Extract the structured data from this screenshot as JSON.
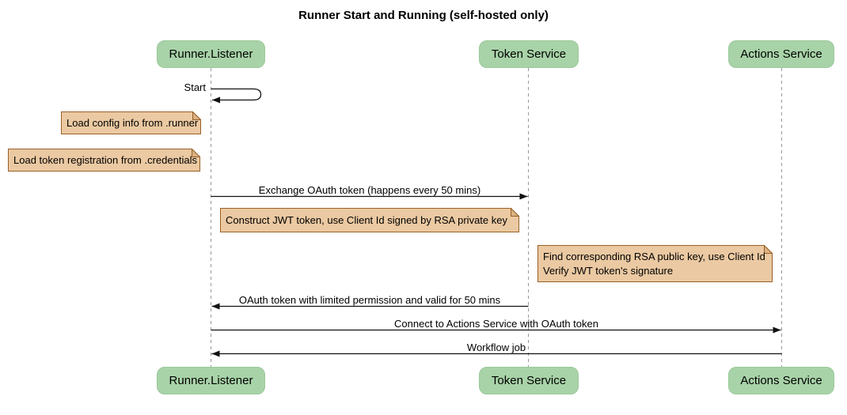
{
  "diagram": {
    "type": "sequence",
    "title": "Runner Start and Running (self-hosted only)",
    "participants": [
      {
        "id": "runner-listener",
        "label": "Runner.Listener"
      },
      {
        "id": "token-service",
        "label": "Token Service"
      },
      {
        "id": "actions-service",
        "label": "Actions Service"
      }
    ],
    "messages": [
      {
        "label": "Start",
        "from": "Runner.Listener",
        "to": "Runner.Listener",
        "type": "self"
      },
      {
        "label": "Exchange OAuth token (happens every 50 mins)",
        "from": "Runner.Listener",
        "to": "Token Service",
        "type": "solid"
      },
      {
        "label": "OAuth token with limited permission and valid for 50 mins",
        "from": "Token Service",
        "to": "Runner.Listener",
        "type": "solid"
      },
      {
        "label": "Connect to Actions Service with OAuth token",
        "from": "Runner.Listener",
        "to": "Actions Service",
        "type": "solid"
      },
      {
        "label": "Workflow job",
        "from": "Actions Service",
        "to": "Runner.Listener",
        "type": "solid"
      }
    ],
    "notes": [
      {
        "position": "left of Runner.Listener",
        "lines": [
          "Load config info from .runner"
        ]
      },
      {
        "position": "left of Runner.Listener",
        "lines": [
          "Load token registration from .credentials"
        ]
      },
      {
        "position": "over Runner.Listener and Token Service",
        "lines": [
          "Construct JWT token, use Client Id signed by RSA private key"
        ]
      },
      {
        "position": "right of Token Service",
        "lines": [
          "Find corresponding RSA public key, use Client Id",
          "Verify JWT token's signature"
        ]
      }
    ],
    "colors": {
      "background": "#ffffff",
      "text": "#000000",
      "participant_fill": "#a8d3a8",
      "participant_border": "#9cc89c",
      "note_fill": "#ebc9a2",
      "note_border": "#9a6029",
      "note_fold": "#d9b183",
      "lifeline": "#999999",
      "arrow": "#111111"
    }
  }
}
